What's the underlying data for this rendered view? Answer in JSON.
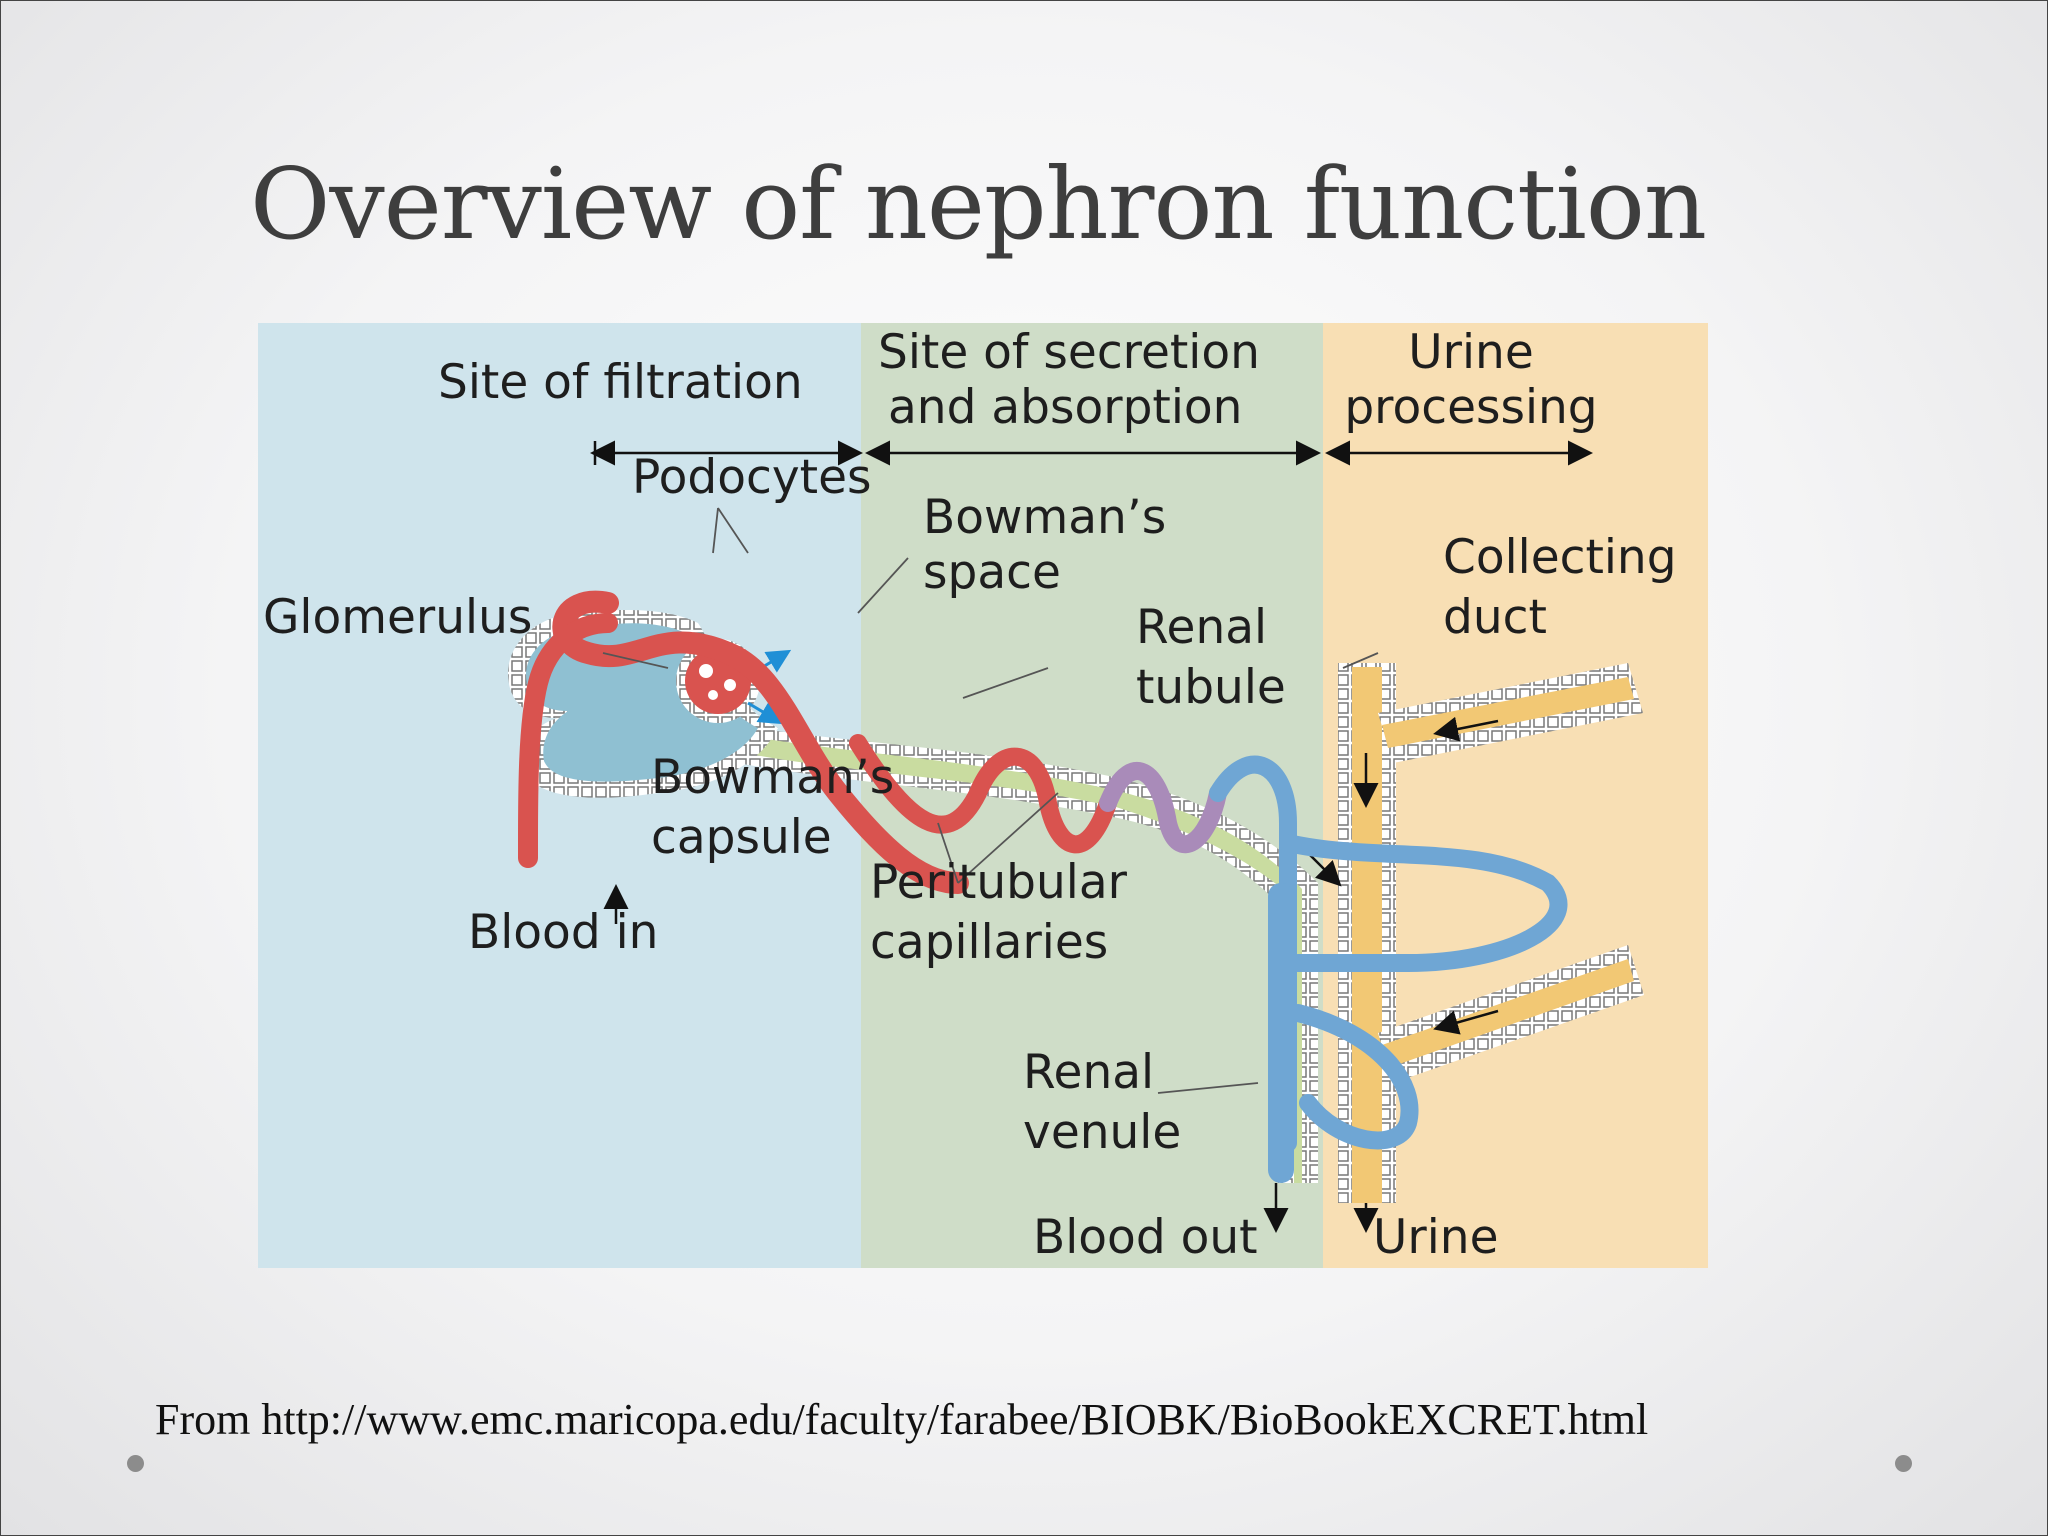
{
  "slide": {
    "title": "Overview of nephron function",
    "source": "From http://www.emc.maricopa.edu/faculty/farabee/BIOBK/BioBookEXCRET.html"
  },
  "diagram": {
    "zones": {
      "filtration": "Site of filtration",
      "secretion_line1": "Site of secretion",
      "secretion_line2": "and absorption",
      "urine_line1": "Urine",
      "urine_line2": "processing"
    },
    "labels": {
      "podocytes": "Podocytes",
      "bowmans_space_line1": "Bowman’s",
      "bowmans_space_line2": "space",
      "glomerulus": "Glomerulus",
      "renal_tubule_line1": "Renal",
      "renal_tubule_line2": "tubule",
      "collecting_duct_line1": "Collecting",
      "collecting_duct_line2": "duct",
      "bowmans_capsule_line1": "Bowman’s",
      "bowmans_capsule_line2": "capsule",
      "peritubular_line1": "Peritubular",
      "peritubular_line2": "capillaries",
      "blood_in": "Blood in",
      "renal_venule_line1": "Renal",
      "renal_venule_line2": "venule",
      "blood_out": "Blood out",
      "urine": "Urine"
    },
    "colors": {
      "filtration_zone": "#cfe4ec",
      "secretion_zone": "#cfddc8",
      "urine_zone": "#f8dfb4",
      "arteriole": "#d9534f",
      "capsule": "#8fc0d2",
      "venule": "#6fa6d4",
      "collecting_duct": "#f2c874",
      "tubule": "#c9dca0"
    }
  }
}
